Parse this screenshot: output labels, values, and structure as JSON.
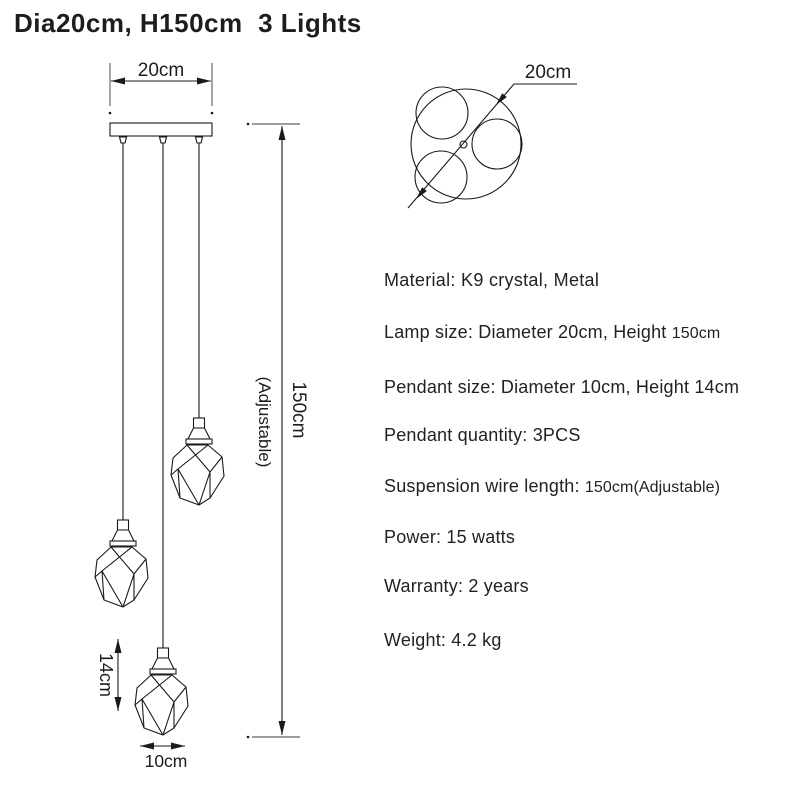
{
  "page": {
    "background": "#ffffff",
    "text_color": "#1d1d1d",
    "line_color": "#1a1a1a"
  },
  "title": "Dia20cm, H150cm  3 Lights",
  "front_view": {
    "plate_width_label": "20cm",
    "wire_length_label": "150cm",
    "wire_length_note": "(Adjustable)",
    "pendant_height_label": "14cm",
    "pendant_diameter_label": "10cm",
    "pendant_count": 3
  },
  "top_view": {
    "diameter_label": "20cm"
  },
  "specs": [
    {
      "main": "Material: K9 crystal, Metal",
      "alt": ""
    },
    {
      "main": "Lamp size: Diameter 20cm, Height ",
      "alt": "150cm"
    },
    {
      "main": "Pendant size: Diameter 10cm, Height 14cm",
      "alt": ""
    },
    {
      "main": "Pendant quantity: 3PCS",
      "alt": ""
    },
    {
      "main": "Suspension wire length: ",
      "alt": "150cm(Adjustable)"
    },
    {
      "main": "Power: 15 watts",
      "alt": ""
    },
    {
      "main": "Warranty: 2 years",
      "alt": ""
    },
    {
      "main": "Weight: 4.2 kg",
      "alt": ""
    }
  ]
}
